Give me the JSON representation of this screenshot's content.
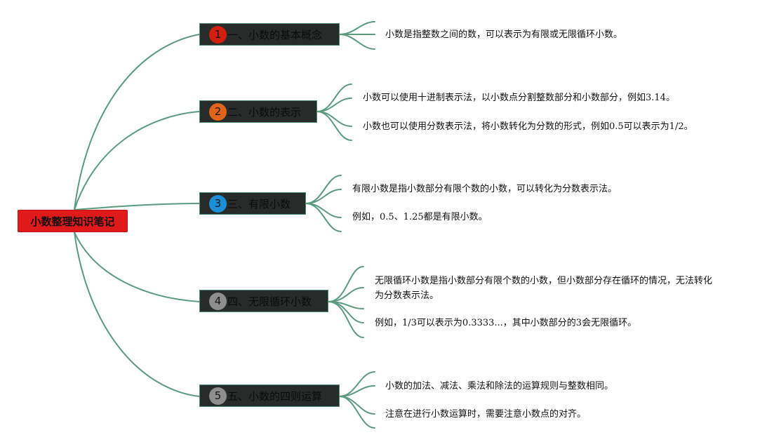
{
  "root": {
    "label": "小数整理知识笔记",
    "color": "#e01a1a"
  },
  "colors": {
    "line": "#5b9a7e",
    "topic_bg": "#272b29"
  },
  "topics": [
    {
      "number": "1",
      "title": "一、小数的基本概念",
      "badge_color": "#d21f0f",
      "notes": [
        "小数是指整数之间的数，可以表示为有限或无限循环小数。"
      ]
    },
    {
      "number": "2",
      "title": "二、小数的表示",
      "badge_color": "#e0651a",
      "notes": [
        "小数可以使用十进制表示法，以小数点分割整数部分和小数部分，例如3.14。",
        "小数也可以使用分数表示法，将小数转化为分数的形式，例如0.5可以表示为1/2。"
      ]
    },
    {
      "number": "3",
      "title": "三、有限小数",
      "badge_color": "#1d8fd8",
      "notes": [
        "有限小数是指小数部分有限个数的小数，可以转化为分数表示法。",
        "例如，0.5、1.25都是有限小数。"
      ]
    },
    {
      "number": "4",
      "title": "四、无限循环小数",
      "badge_color": "#8e8e8e",
      "notes": [
        "无限循环小数是指小数部分有限个数的小数，但小数部分存在循环的情况，无法转化为分数表示法。",
        "例如，1/3可以表示为0.3333...，其中小数部分的3会无限循环。"
      ]
    },
    {
      "number": "5",
      "title": "五、小数的四则运算",
      "badge_color": "#8e8e8e",
      "notes": [
        "小数的加法、减法、乘法和除法的运算规则与整数相同。",
        "注意在进行小数运算时，需要注意小数点的对齐。"
      ]
    }
  ]
}
